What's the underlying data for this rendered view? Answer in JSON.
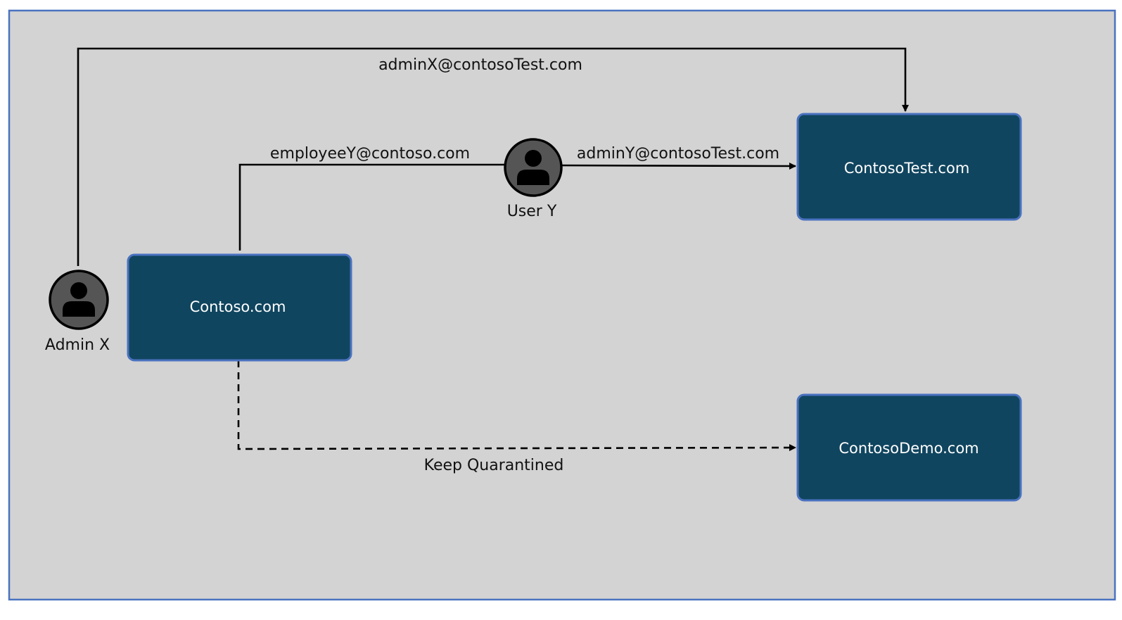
{
  "nodes": {
    "contoso": {
      "label": "Contoso.com"
    },
    "contoso_test": {
      "label": "ContosoTest.com"
    },
    "contoso_demo": {
      "label": "ContosoDemo.com"
    }
  },
  "actors": {
    "admin_x": {
      "label": "Admin X",
      "icon": "person-icon"
    },
    "user_y": {
      "label": "User Y",
      "icon": "person-icon"
    }
  },
  "edges": {
    "admin_x_to_test": {
      "label": "adminX@contosoTest.com",
      "style": "solid"
    },
    "contoso_to_user_y": {
      "label": "employeeY@contoso.com",
      "style": "solid"
    },
    "user_y_to_test": {
      "label": "adminY@contosoTest.com",
      "style": "solid"
    },
    "contoso_to_demo": {
      "label": "Keep Quarantined",
      "style": "dashed"
    }
  },
  "colors": {
    "background": "#d3d3d3",
    "node_fill": "#10455f",
    "border": "#4a72c0"
  }
}
